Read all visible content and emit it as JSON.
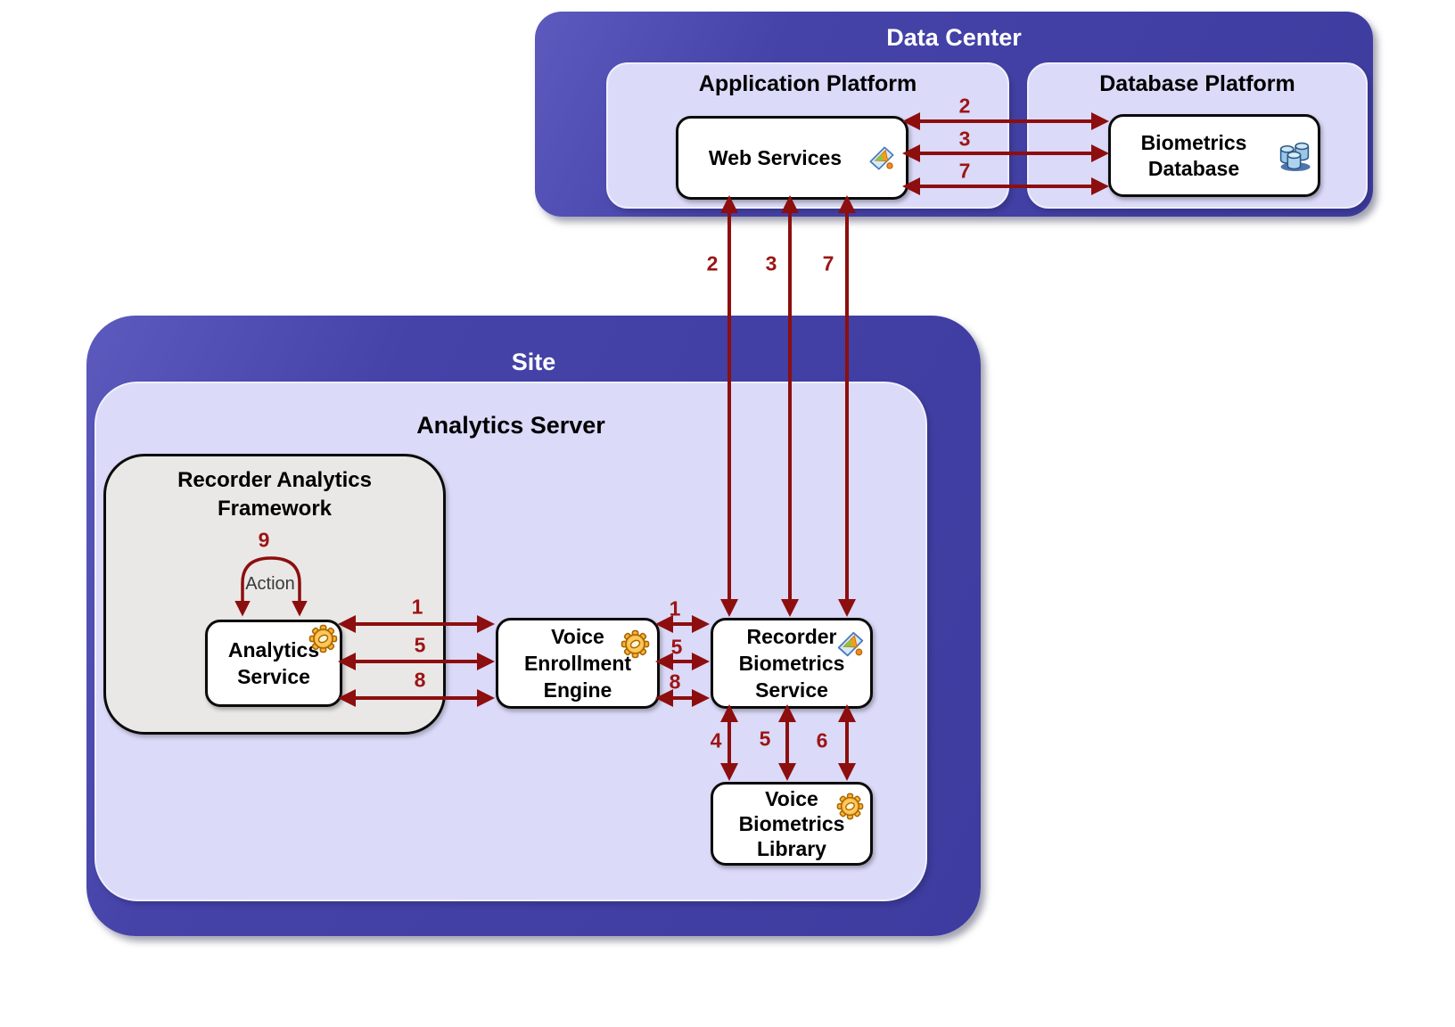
{
  "data_center": {
    "title": "Data Center",
    "application_platform": {
      "title": "Application Platform",
      "web_services": {
        "label": "Web Services",
        "icon": "service-component-icon"
      }
    },
    "database_platform": {
      "title": "Database Platform",
      "biometrics_database": {
        "label": "Biometrics\nDatabase",
        "icon": "database-cylinders-icon"
      }
    }
  },
  "site": {
    "title": "Site",
    "analytics_server": {
      "title": "Analytics Server",
      "recorder_analytics_framework": {
        "title": "Recorder Analytics\nFramework",
        "analytics_service": {
          "label": "Analytics\nService",
          "icon": "gear-icon"
        }
      },
      "voice_enrollment_engine": {
        "label": "Voice\nEnrollment\nEngine",
        "icon": "gear-icon"
      },
      "recorder_biometrics_service": {
        "label": "Recorder\nBiometrics\nService",
        "icon": "service-component-icon"
      },
      "voice_biometrics_library": {
        "label": "Voice\nBiometrics\nLibrary",
        "icon": "gear-icon"
      }
    }
  },
  "connections": {
    "web_services_biometrics_database": {
      "labels": [
        "2",
        "3",
        "7"
      ],
      "style": "bidirectional"
    },
    "recorder_biometrics_web_services": {
      "labels": [
        "2",
        "3",
        "7"
      ],
      "style": "bidirectional"
    },
    "analytics_service_voice_enrollment": {
      "labels": [
        "1",
        "5",
        "8"
      ],
      "style": "bidirectional"
    },
    "voice_enrollment_recorder_biometrics": {
      "labels": [
        "1",
        "5",
        "8"
      ],
      "style": "bidirectional"
    },
    "recorder_biometrics_voice_library": {
      "labels": [
        "4",
        "5",
        "6"
      ],
      "style": "bidirectional"
    },
    "analytics_service_self_loop": {
      "number": "9",
      "label": "Action"
    }
  },
  "colors": {
    "container_blue": "#4341A4",
    "panel_lavender": "#DBDAF8",
    "framework_gray": "#E9E8E7",
    "node_white": "#FFFFFF",
    "border_black": "#0B0B0B",
    "arrow_red": "#8D0E0E",
    "label_red": "#9C1515"
  }
}
